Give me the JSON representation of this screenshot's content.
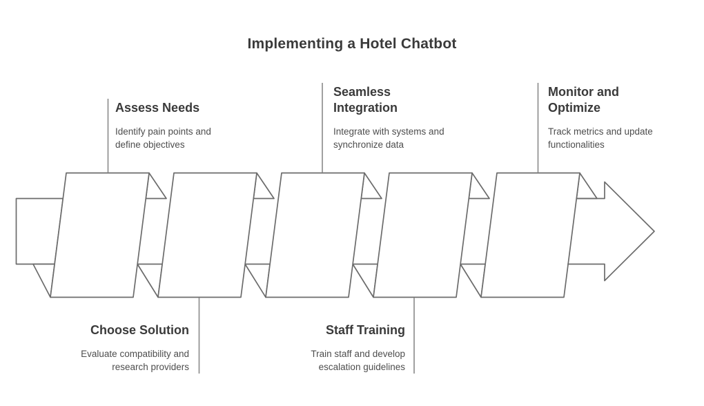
{
  "title": "Implementing a Hotel Chatbot",
  "diagram": {
    "type": "process-flow-folded-ribbon-arrow",
    "direction": "left-to-right",
    "segment_count": 5
  },
  "steps": [
    {
      "heading": "Assess Needs",
      "description": "Identify pain points and\ndefine objectives",
      "label_position": "top"
    },
    {
      "heading": "Choose Solution",
      "description": "Evaluate compatibility and\nresearch providers",
      "label_position": "bottom"
    },
    {
      "heading": "Seamless\nIntegration",
      "description": "Integrate with systems and\nsynchronize data",
      "label_position": "top"
    },
    {
      "heading": "Staff Training",
      "description": "Train staff and develop\nescalation guidelines",
      "label_position": "bottom"
    },
    {
      "heading": "Monitor and\nOptimize",
      "description": "Track metrics and update\nfunctionalities",
      "label_position": "top"
    }
  ],
  "colors": {
    "background": "#ffffff",
    "shape_stroke": "#6b6b6b",
    "connector_stroke": "#909090",
    "title_color": "#3a3a3a",
    "heading_color": "#3a3a3a",
    "description_color": "#4d4d4d"
  }
}
